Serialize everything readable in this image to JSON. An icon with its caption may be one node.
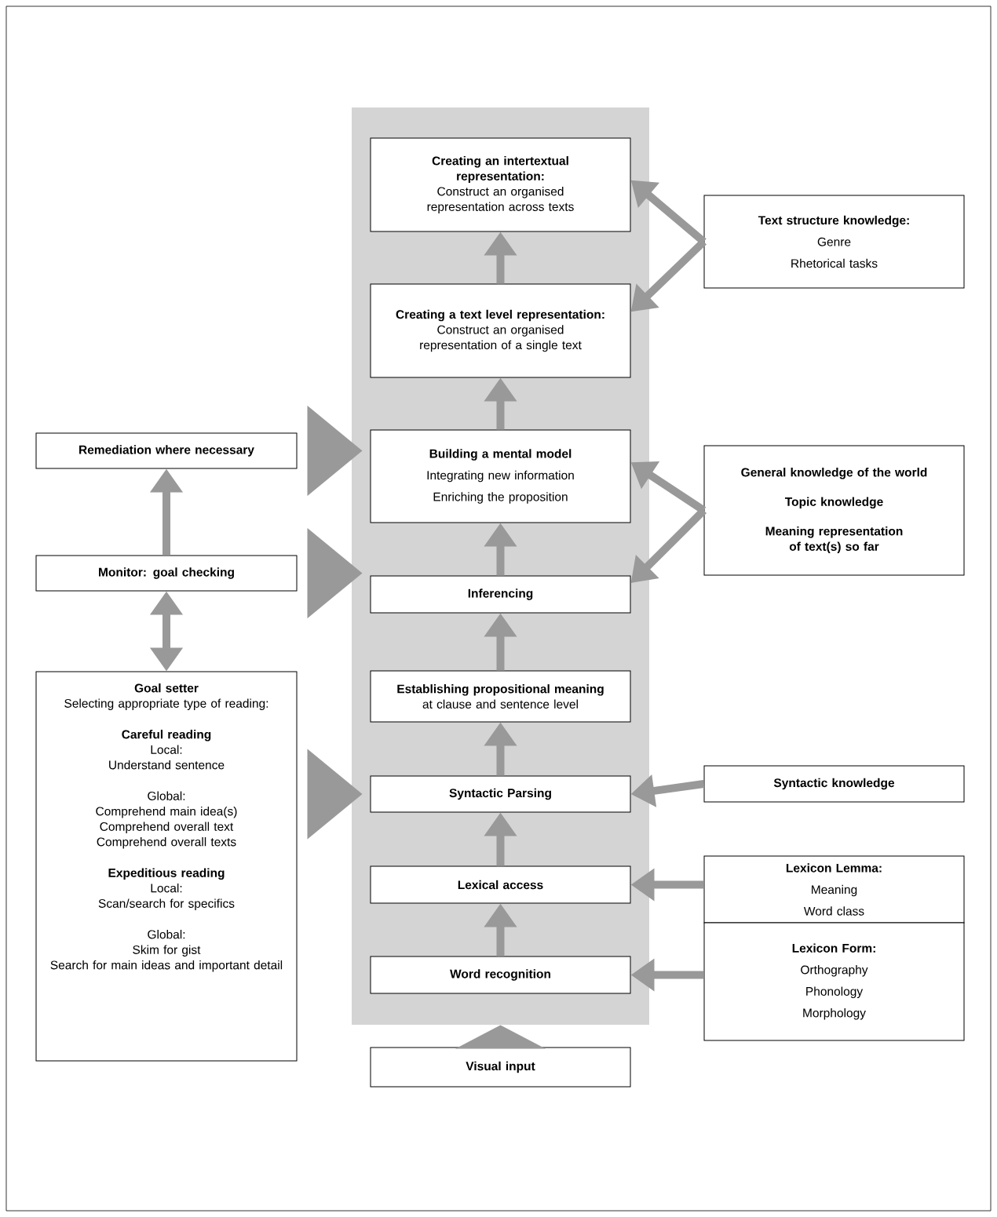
{
  "diagram": {
    "nodes": [
      {
        "text": [],
        "shape": "box"
      },
      {
        "text": [
          "Creating an intertextual representation:",
          "Construct an organised representation across texts"
        ],
        "in": 0
      },
      {
        "text": [
          "Creating a text level representation:",
          "Construct an organised representation of a single text"
        ],
        "in": 0
      },
      {
        "text": [
          "Building a mental model",
          "Integrating new information",
          "Enriching the proposition"
        ],
        "in": 0
      },
      {
        "text": [
          "Inferencing"
        ],
        "in": 0
      },
      {
        "text": [
          "Establishing propositional meaning",
          "at clause and sentence level"
        ],
        "in": 0
      },
      {
        "text": [
          "Syntactic Parsing"
        ],
        "in": 0
      },
      {
        "text": [
          "Lexical access"
        ],
        "in": 0
      },
      {
        "text": [
          "Word recognition"
        ],
        "in": 0
      },
      {
        "text": [
          "Visual input"
        ]
      },
      {
        "text": [
          "Text structure knowledge:",
          "Genre",
          "Rhetorical tasks"
        ]
      },
      {
        "text": [
          "General knowledge of the world",
          "Topic knowledge",
          "Meaning representation of text(s) so far"
        ]
      },
      {
        "text": [
          "Syntactic knowledge"
        ]
      },
      {
        "text": [
          "Lexicon Lemma:",
          "Meaning",
          "Word class"
        ]
      },
      {
        "text": [
          "Lexicon Form:",
          "Orthography",
          "Phonology",
          "Morphology"
        ]
      },
      {
        "text": [
          "Remediation where necessary"
        ]
      },
      {
        "text": [
          "Monitor: goal checking"
        ]
      },
      {
        "text": [
          "Goal setter",
          "Selecting appropriate type of reading:",
          "Careful reading",
          "Local:",
          "Understand sentence",
          "Global:",
          "Comprehend main idea(s)",
          "Comprehend overall text",
          "Comprehend overall texts",
          "Expeditious reading",
          "Local:",
          "Scan/search for specifics",
          "Global:",
          "Skim for gist",
          "Search for main ideas and important detail"
        ]
      }
    ],
    "edges": [
      {
        "from": 9,
        "to": 8,
        "arrow": "to",
        "style": "thick"
      },
      {
        "from": 8,
        "to": 7,
        "arrow": "to"
      },
      {
        "from": 7,
        "to": 6,
        "arrow": "to"
      },
      {
        "from": 6,
        "to": 5,
        "arrow": "to"
      },
      {
        "from": 5,
        "to": 4,
        "arrow": "to"
      },
      {
        "from": 4,
        "to": 3,
        "arrow": "to"
      },
      {
        "from": 3,
        "to": 2,
        "arrow": "to"
      },
      {
        "from": 2,
        "to": 1,
        "arrow": "to"
      },
      {
        "from": 10,
        "to": 1,
        "arrow": "to"
      },
      {
        "from": 10,
        "to": 2,
        "arrow": "to"
      },
      {
        "from": 11,
        "to": 3,
        "arrow": "to"
      },
      {
        "from": 11,
        "to": 4,
        "arrow": "to"
      },
      {
        "from": 12,
        "to": 6,
        "arrow": "to"
      },
      {
        "from": 13,
        "to": 7,
        "arrow": "to"
      },
      {
        "from": 14,
        "to": 8,
        "arrow": "to"
      },
      {
        "from": 16,
        "to": 15,
        "arrow": "to"
      },
      {
        "from": 17,
        "to": 16,
        "arrow": "both"
      },
      {
        "from": 15,
        "to": 3,
        "arrow": "to",
        "style": "thick"
      },
      {
        "from": 16,
        "to": 4,
        "arrow": "to",
        "style": "thick"
      },
      {
        "from": 17,
        "to": 6,
        "arrow": "to",
        "style": "thick"
      }
    ]
  }
}
